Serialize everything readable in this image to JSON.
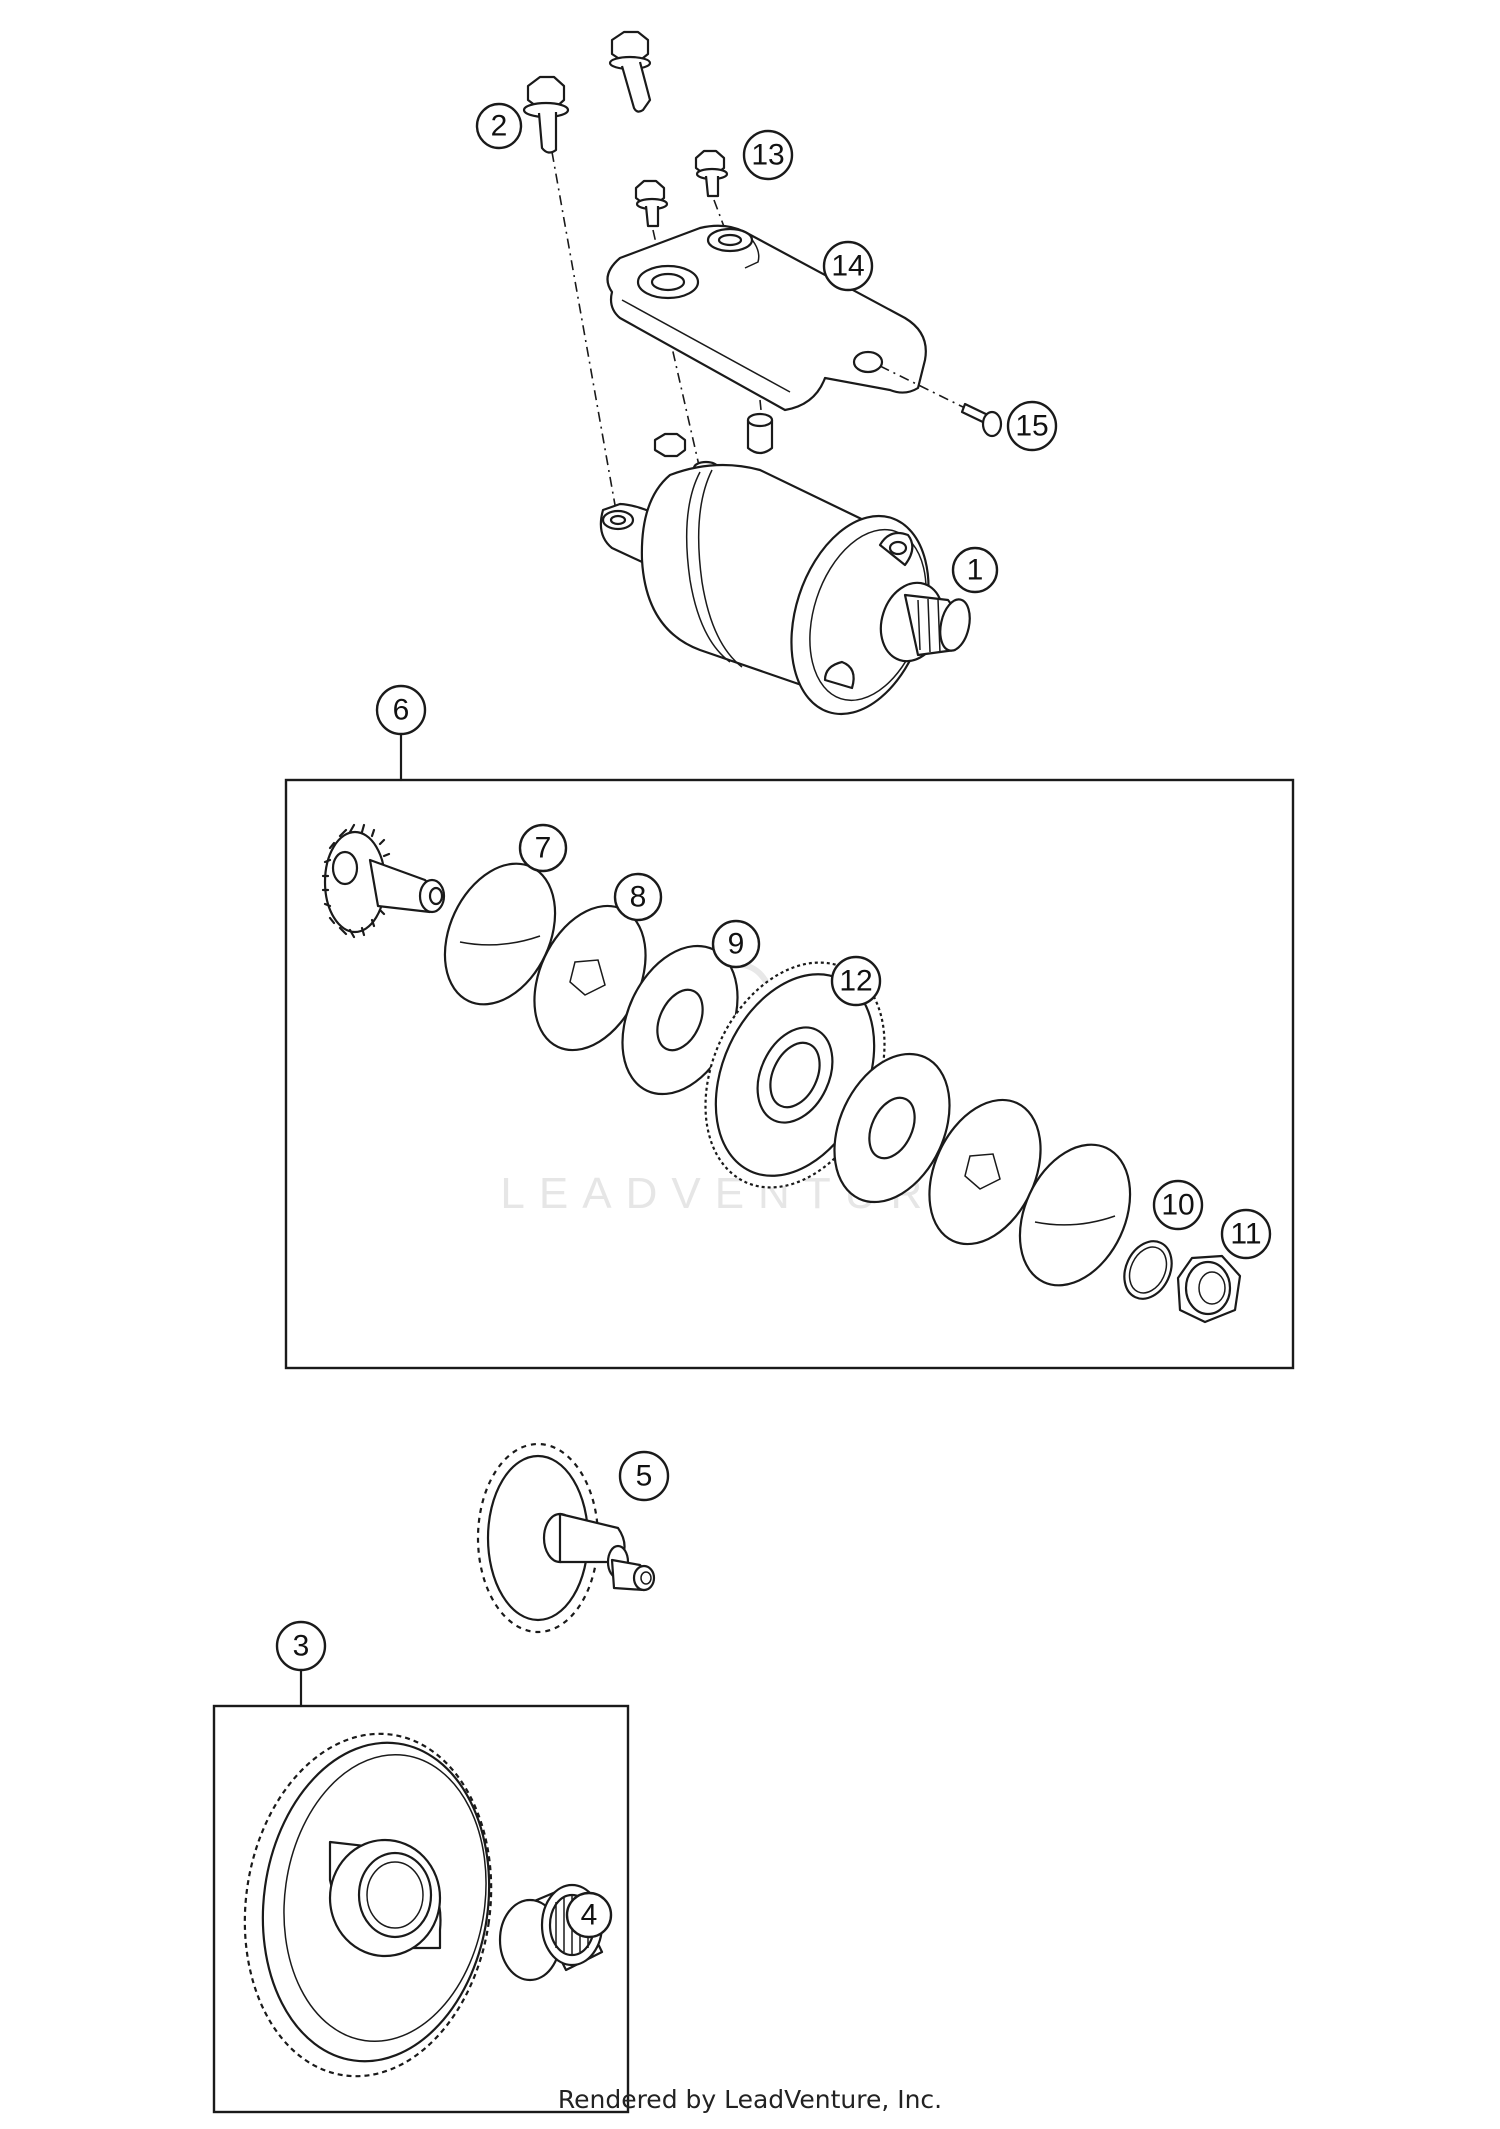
{
  "diagram": {
    "callouts": [
      {
        "id": "c1",
        "label": "1"
      },
      {
        "id": "c2",
        "label": "2"
      },
      {
        "id": "c3",
        "label": "3"
      },
      {
        "id": "c4",
        "label": "4"
      },
      {
        "id": "c5",
        "label": "5"
      },
      {
        "id": "c6",
        "label": "6"
      },
      {
        "id": "c7",
        "label": "7"
      },
      {
        "id": "c8",
        "label": "8"
      },
      {
        "id": "c9",
        "label": "9"
      },
      {
        "id": "c10",
        "label": "10"
      },
      {
        "id": "c11",
        "label": "11"
      },
      {
        "id": "c12",
        "label": "12"
      },
      {
        "id": "c13",
        "label": "13"
      },
      {
        "id": "c14",
        "label": "14"
      },
      {
        "id": "c15",
        "label": "15"
      }
    ],
    "watermark": "LEADVENTURE",
    "line_color": "#1a1a1a",
    "background_color": "#ffffff"
  },
  "footer": {
    "text": "Rendered by LeadVenture, Inc."
  }
}
